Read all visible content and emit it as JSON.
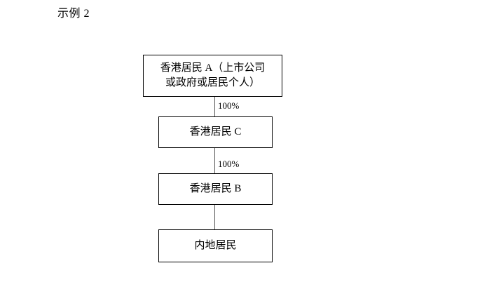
{
  "title": "示例 2",
  "diagram": {
    "nodes": [
      {
        "id": "a",
        "label": "香港居民 A（上市公司\n或政府或居民个人）"
      },
      {
        "id": "c",
        "label": "香港居民 C"
      },
      {
        "id": "b",
        "label": "香港居民 B"
      },
      {
        "id": "mainland",
        "label": "内地居民"
      }
    ],
    "edges": [
      {
        "from": "a",
        "to": "c",
        "label": "100%"
      },
      {
        "from": "c",
        "to": "b",
        "label": "100%"
      },
      {
        "from": "b",
        "to": "mainland",
        "label": ""
      }
    ],
    "colors": {
      "node_border": "#000000",
      "node_background": "#ffffff",
      "connector": "#595959",
      "text": "#000000",
      "page_background": "#ffffff"
    }
  }
}
